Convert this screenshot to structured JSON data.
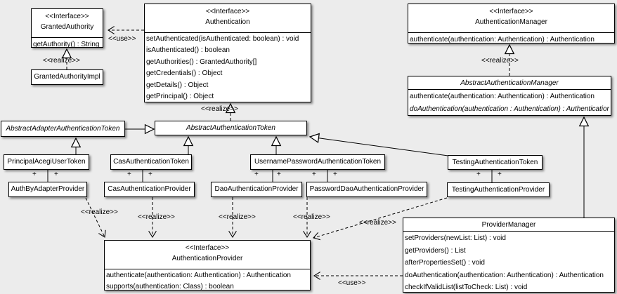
{
  "colors": {
    "background": "#ececec",
    "box_fill": "#ffffff",
    "box_border": "#000000",
    "text": "#000000"
  },
  "labels": {
    "use": "<<use>>",
    "realize": "<<realize>>",
    "plus": "+"
  },
  "classes": {
    "granted_authority": {
      "stereotype": "<<Interface>>",
      "name": "GrantedAuthority",
      "methods": [
        "getAuthority() : String"
      ]
    },
    "granted_authority_impl": {
      "name": "GrantedAuthorityImpl"
    },
    "authentication": {
      "stereotype": "<<Interface>>",
      "name": "Authentication",
      "methods": [
        "setAuthenticated(isAuthenticated: boolean) : void",
        "isAuthenticated() : boolean",
        "getAuthorities() : GrantedAuthority[]",
        "getCredentials() : Object",
        "getDetails() : Object",
        "getPrincipal() : Object"
      ]
    },
    "authentication_manager": {
      "stereotype": "<<Interface>>",
      "name": "AuthenticationManager",
      "methods": [
        "authenticate(authentication: Authentication) : Authentication"
      ]
    },
    "abstract_authentication_manager": {
      "name": "AbstractAuthenticationManager",
      "methods": [
        "authenticate(authentication: Authentication) : Authentication",
        "doAuthentication(authentication : Authentication) : Authentication"
      ]
    },
    "abstract_adapter_authentication_token": {
      "name": "AbstractAdapterAuthenticationToken"
    },
    "abstract_authentication_token": {
      "name": "AbstractAuthenticationToken"
    },
    "principal_acegi_user_token": {
      "name": "PrincipalAcegiUserToken"
    },
    "cas_authentication_token": {
      "name": "CasAuthenticationToken"
    },
    "username_password_authentication_token": {
      "name": "UsernamePasswordAuthenticationToken"
    },
    "testing_authentication_token": {
      "name": "TestingAuthenticationToken"
    },
    "auth_by_adapter_provider": {
      "name": "AuthByAdapterProvider"
    },
    "cas_authentication_provider": {
      "name": "CasAuthenticationProvider"
    },
    "dao_authentication_provider": {
      "name": "DaoAuthenticationProvider"
    },
    "password_dao_authentication_provider": {
      "name": "PasswordDaoAuthenticationProvider"
    },
    "testing_authentication_provider": {
      "name": "TestingAuthenticationProvider"
    },
    "authentication_provider": {
      "stereotype": "<<Interface>>",
      "name": "AuthenticationProvider",
      "methods": [
        "authenticate(authentication: Authentication) : Authentication",
        "supports(authentication: Class) : boolean"
      ]
    },
    "provider_manager": {
      "name": "ProviderManager",
      "methods": [
        "setProviders(newList: List) : void",
        "getProviders() : List",
        "afterPropertiesSet() : void",
        "doAuthentication(authentication: Authentication) : Authentication",
        "checkIfValidList(listToCheck: List) : void"
      ]
    }
  }
}
